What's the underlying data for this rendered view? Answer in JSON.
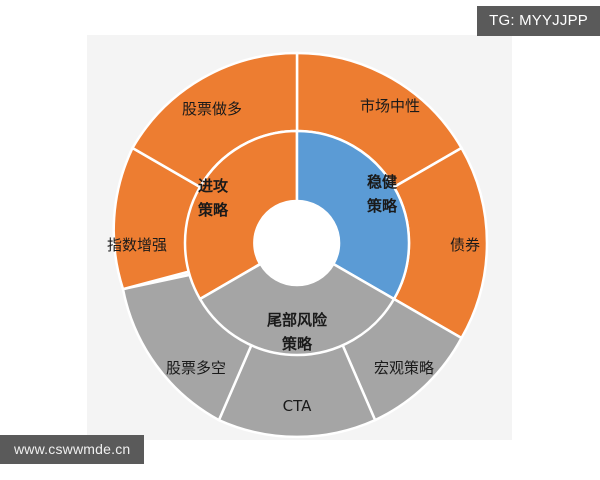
{
  "watermarks": {
    "top_right": "TG: MYYJJPP",
    "bottom_left": "www.cswwmde.cn"
  },
  "colors": {
    "orange": "#ED7D31",
    "blue": "#5B9BD5",
    "gray": "#A5A5A5",
    "divider": "#FFFFFF",
    "panel_bg": "#F4F4F4",
    "page_bg": "#FFFFFF",
    "badge_bg": "#5A5A5A",
    "label_text": "#1A1A1A"
  },
  "chart_data": {
    "type": "pie",
    "title": "",
    "subtitle": "",
    "xlabel": "",
    "ylabel": "",
    "legend_position": "none",
    "grid": false,
    "variant": "sunburst-donut",
    "rings": [
      {
        "name": "inner",
        "level": 1,
        "inner_radius_px": 42,
        "outer_radius_px": 112,
        "slices": [
          {
            "label": "进攻策略",
            "label_lines": [
              "进攻",
              "策略"
            ],
            "value": 33.33,
            "start_angle": 0,
            "end_angle": 120,
            "color": "#ED7D31",
            "bold": true
          },
          {
            "label": "稳健策略",
            "label_lines": [
              "稳健",
              "策略"
            ],
            "value": 33.33,
            "start_angle": 240,
            "end_angle": 360,
            "color": "#5B9BD5",
            "bold": true
          },
          {
            "label": "尾部风险策略",
            "label_lines": [
              "尾部风险",
              "策略"
            ],
            "value": 33.34,
            "start_angle": 120,
            "end_angle": 240,
            "color": "#A5A5A5",
            "bold": true
          }
        ]
      },
      {
        "name": "outer",
        "level": 2,
        "inner_radius_px": 112,
        "outer_radius_px": 190,
        "slices": [
          {
            "label": "股票做多",
            "value": 16.67,
            "start_angle": 0,
            "end_angle": 60,
            "color": "#ED7D31",
            "parent": "进攻策略"
          },
          {
            "label": "指数增强",
            "value": 16.67,
            "start_angle": 60,
            "end_angle": 120,
            "color": "#ED7D31",
            "parent": "进攻策略"
          },
          {
            "label": "股票多空",
            "value": 13.33,
            "start_angle": 120,
            "end_angle": 168,
            "color": "#A5A5A5",
            "parent": "尾部风险策略"
          },
          {
            "label": "CTA",
            "value": 10.0,
            "start_angle": 168,
            "end_angle": 204,
            "color": "#A5A5A5",
            "parent": "尾部风险策略"
          },
          {
            "label": "宏观策略",
            "value": 10.0,
            "start_angle": 204,
            "end_angle": 240,
            "color": "#A5A5A5",
            "parent": "尾部风险策略"
          },
          {
            "label": "债券",
            "value": 16.67,
            "start_angle": 240,
            "end_angle": 300,
            "color": "#5B9BD5",
            "parent": "稳健策略"
          },
          {
            "label": "市场中性",
            "value": 16.67,
            "start_angle": 300,
            "end_angle": 360,
            "color": "#5B9BD5",
            "parent": "稳健策略"
          }
        ]
      }
    ],
    "labels": {
      "outer": [
        "股票做多",
        "指数增强",
        "股票多空",
        "CTA",
        "宏观策略",
        "债券",
        "市场中性"
      ],
      "inner": [
        "进攻策略",
        "稳健策略",
        "尾部风险策略"
      ]
    }
  }
}
